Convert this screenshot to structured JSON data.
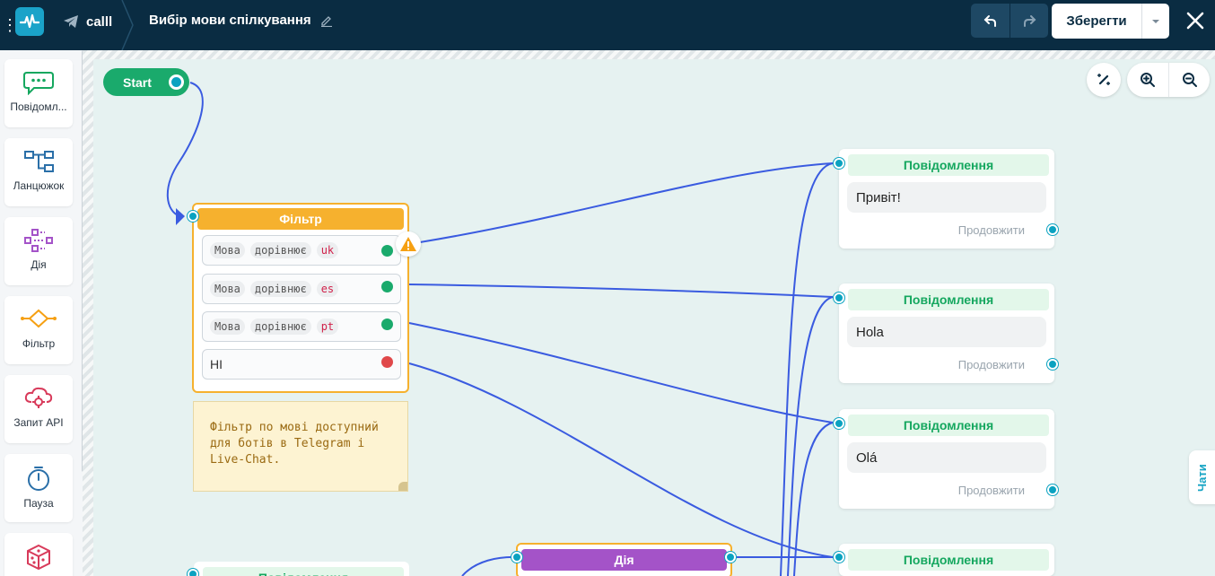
{
  "topbar": {
    "bot_name": "calll",
    "scenario_title": "Вибір мови спілкування",
    "save_label": "Зберегти"
  },
  "sidebar": {
    "items": [
      {
        "label": "Повідомл...",
        "icon": "message-icon"
      },
      {
        "label": "Ланцюжок",
        "icon": "chain-icon"
      },
      {
        "label": "Дія",
        "icon": "action-icon"
      },
      {
        "label": "Фільтр",
        "icon": "filter-icon"
      },
      {
        "label": "Запит API",
        "icon": "api-icon"
      },
      {
        "label": "Пауза",
        "icon": "timer-icon"
      },
      {
        "label": "",
        "icon": "dice-icon"
      }
    ]
  },
  "canvas": {
    "start_label": "Start",
    "filter": {
      "title": "Фільтр",
      "conditions": [
        {
          "field": "Мова",
          "op": "дорівнює",
          "value": "uk",
          "status_color": "#1aaa6c"
        },
        {
          "field": "Мова",
          "op": "дорівнює",
          "value": "es",
          "status_color": "#1aaa6c"
        },
        {
          "field": "Мова",
          "op": "дорівнює",
          "value": "pt",
          "status_color": "#1aaa6c"
        }
      ],
      "else_label": "HI",
      "else_color": "#e0484a"
    },
    "note": "Фільтр по мові доступний для ботів в Telegram і Live-Chat.",
    "messages": [
      {
        "title": "Повідомлення",
        "text": "Привіт!",
        "continue": "Продовжити"
      },
      {
        "title": "Повідомлення",
        "text": "Hola",
        "continue": "Продовжити"
      },
      {
        "title": "Повідомлення",
        "text": "Olá",
        "continue": "Продовжити"
      },
      {
        "title": "Повідомлення",
        "text": "",
        "continue": ""
      }
    ],
    "action_title": "Дія",
    "bottom_message_title": "Повідомлення",
    "chats_tab": "Чати"
  },
  "colors": {
    "topbar": "#0a2c42",
    "accent": "#1aa3c9",
    "filter": "#f6b12e",
    "message": "#15a75f",
    "action": "#a453c8",
    "wire": "#3a5be0"
  }
}
